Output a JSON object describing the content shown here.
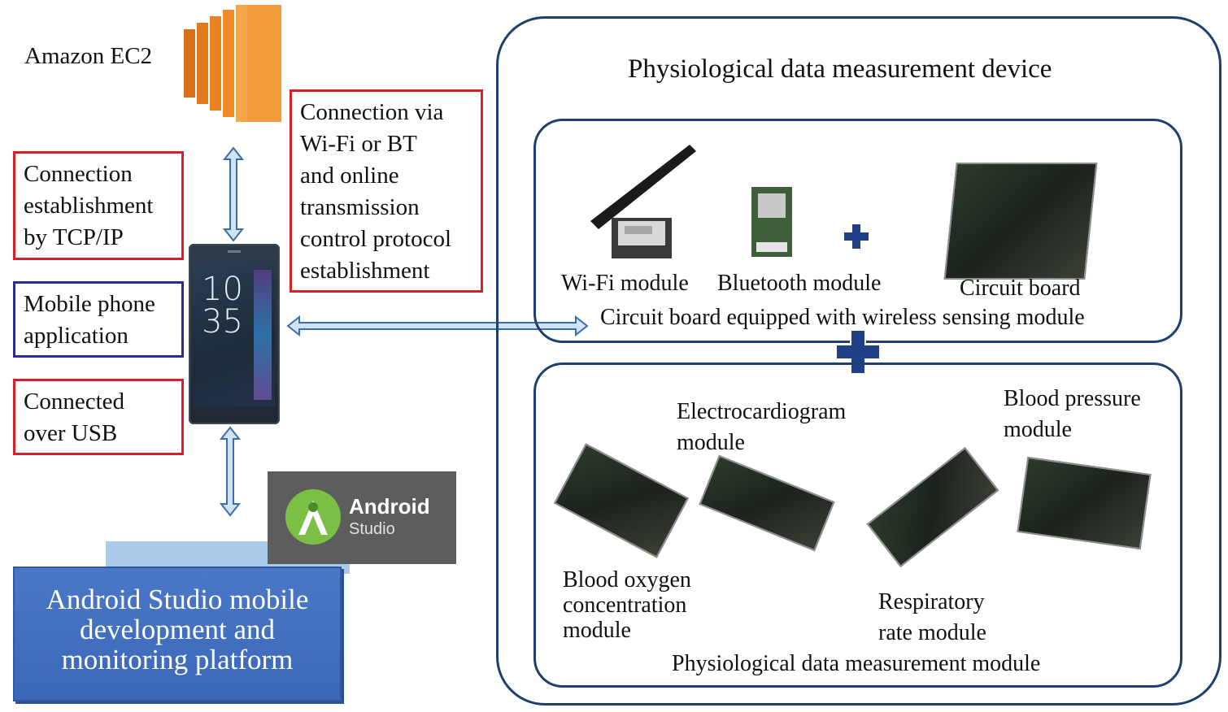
{
  "cloud": {
    "label": "Amazon EC2"
  },
  "left_boxes": {
    "tcp": [
      "Connection",
      "establishment",
      "by TCP/IP"
    ],
    "app": [
      "Mobile phone",
      "application"
    ],
    "usb": [
      "Connected",
      "over USB"
    ]
  },
  "connection_box": [
    "Connection via",
    "Wi-Fi or BT",
    "and online",
    "transmission",
    "control protocol",
    "establishment"
  ],
  "phone": {
    "hour": "10",
    "minute": "35"
  },
  "android_logo": {
    "title": "Android",
    "subtitle": "Studio"
  },
  "platform": [
    "Android Studio mobile",
    "development and",
    "monitoring platform"
  ],
  "device": {
    "title": "Physiological data measurement device",
    "wireless_panel": {
      "wifi_label": "Wi-Fi module",
      "bt_label": "Bluetooth module",
      "circuit_label": "Circuit board",
      "caption": "Circuit board equipped with wireless sensing module"
    },
    "measure_panel": {
      "ecg": [
        "Electrocardiogram",
        "module"
      ],
      "bp": [
        "Blood pressure",
        "module"
      ],
      "spo2": [
        "Blood oxygen",
        "concentration",
        "module"
      ],
      "resp": [
        "Respiratory",
        "rate module"
      ],
      "caption": "Physiological data measurement module"
    }
  },
  "colors": {
    "red_box": "#d6202a",
    "blue_box": "#2b2d8f",
    "panel_border": "#1f3f6e",
    "arrow_fill": "#cfe3f5",
    "ec2_orange": "#f08b26",
    "platform_blue": "#4a78c7",
    "plus_blue": "#1f3f86"
  }
}
